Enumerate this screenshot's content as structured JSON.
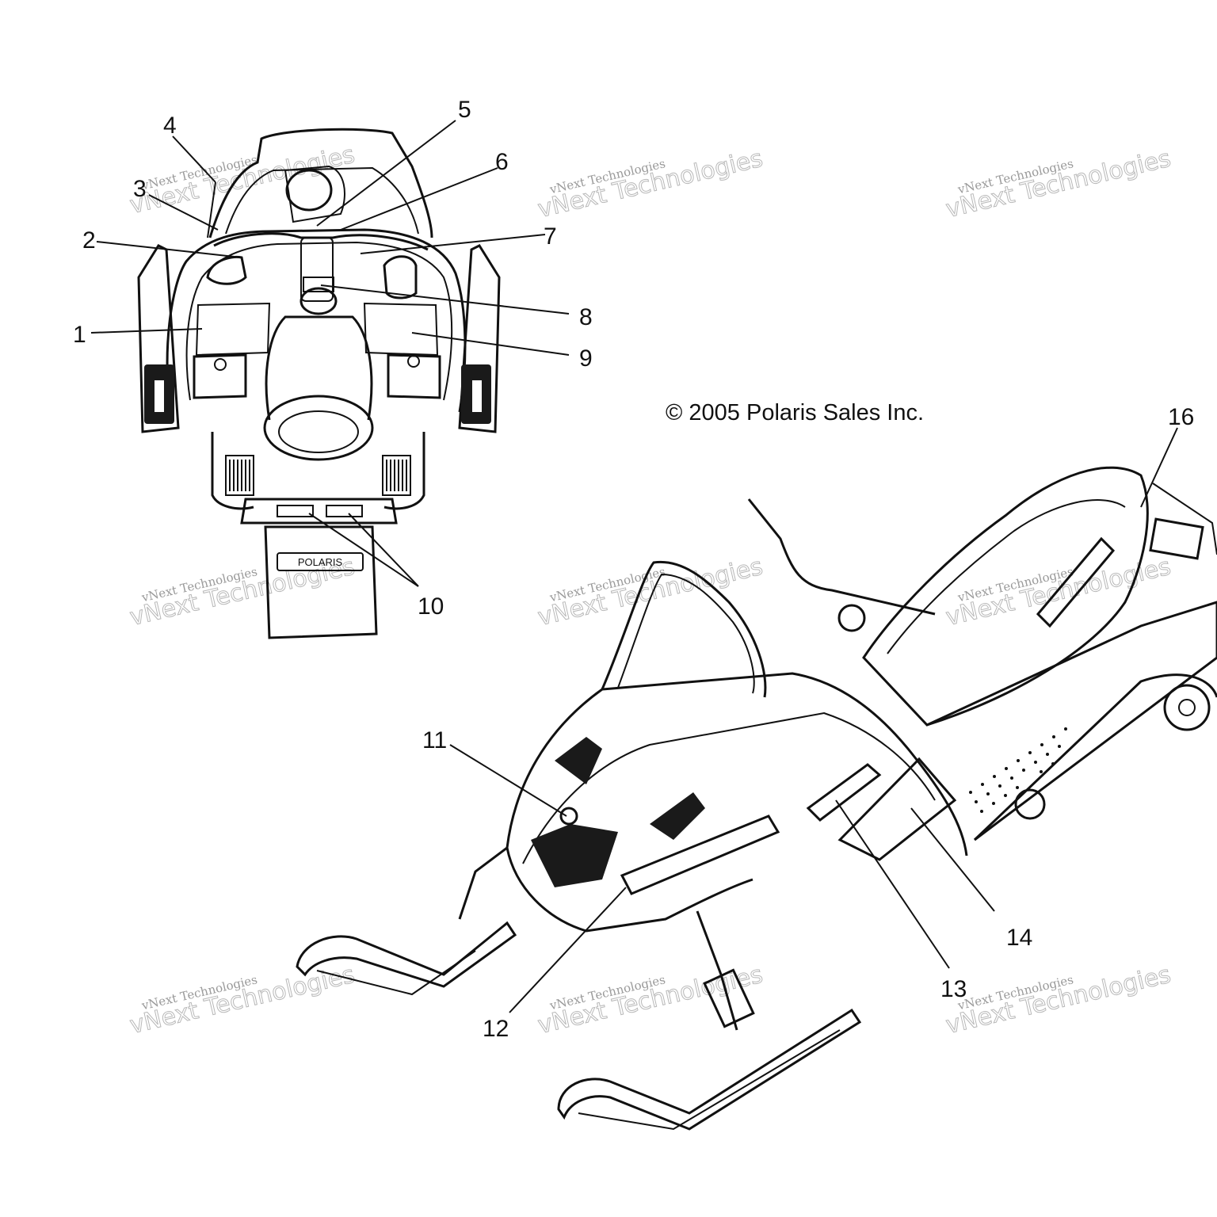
{
  "copyright": "© 2005 Polaris Sales Inc.",
  "badge_text": "POLARIS",
  "watermark": {
    "line1": "vNext Technologies",
    "line2": "vNext Technologies"
  },
  "callouts": [
    {
      "id": "1",
      "label": "1"
    },
    {
      "id": "2",
      "label": "2"
    },
    {
      "id": "3",
      "label": "3"
    },
    {
      "id": "4",
      "label": "4"
    },
    {
      "id": "5",
      "label": "5"
    },
    {
      "id": "6",
      "label": "6"
    },
    {
      "id": "7",
      "label": "7"
    },
    {
      "id": "8",
      "label": "8"
    },
    {
      "id": "9",
      "label": "9"
    },
    {
      "id": "10",
      "label": "10"
    },
    {
      "id": "11",
      "label": "11"
    },
    {
      "id": "12",
      "label": "12"
    },
    {
      "id": "13",
      "label": "13"
    },
    {
      "id": "14",
      "label": "14"
    },
    {
      "id": "16",
      "label": "16"
    }
  ]
}
